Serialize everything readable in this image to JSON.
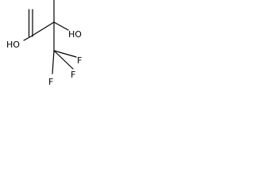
{
  "labels": {
    "oh_acid": "HO",
    "oh_alcohol": "HO",
    "f_upper": "F",
    "f_middle": "F",
    "f_lower": "F"
  }
}
